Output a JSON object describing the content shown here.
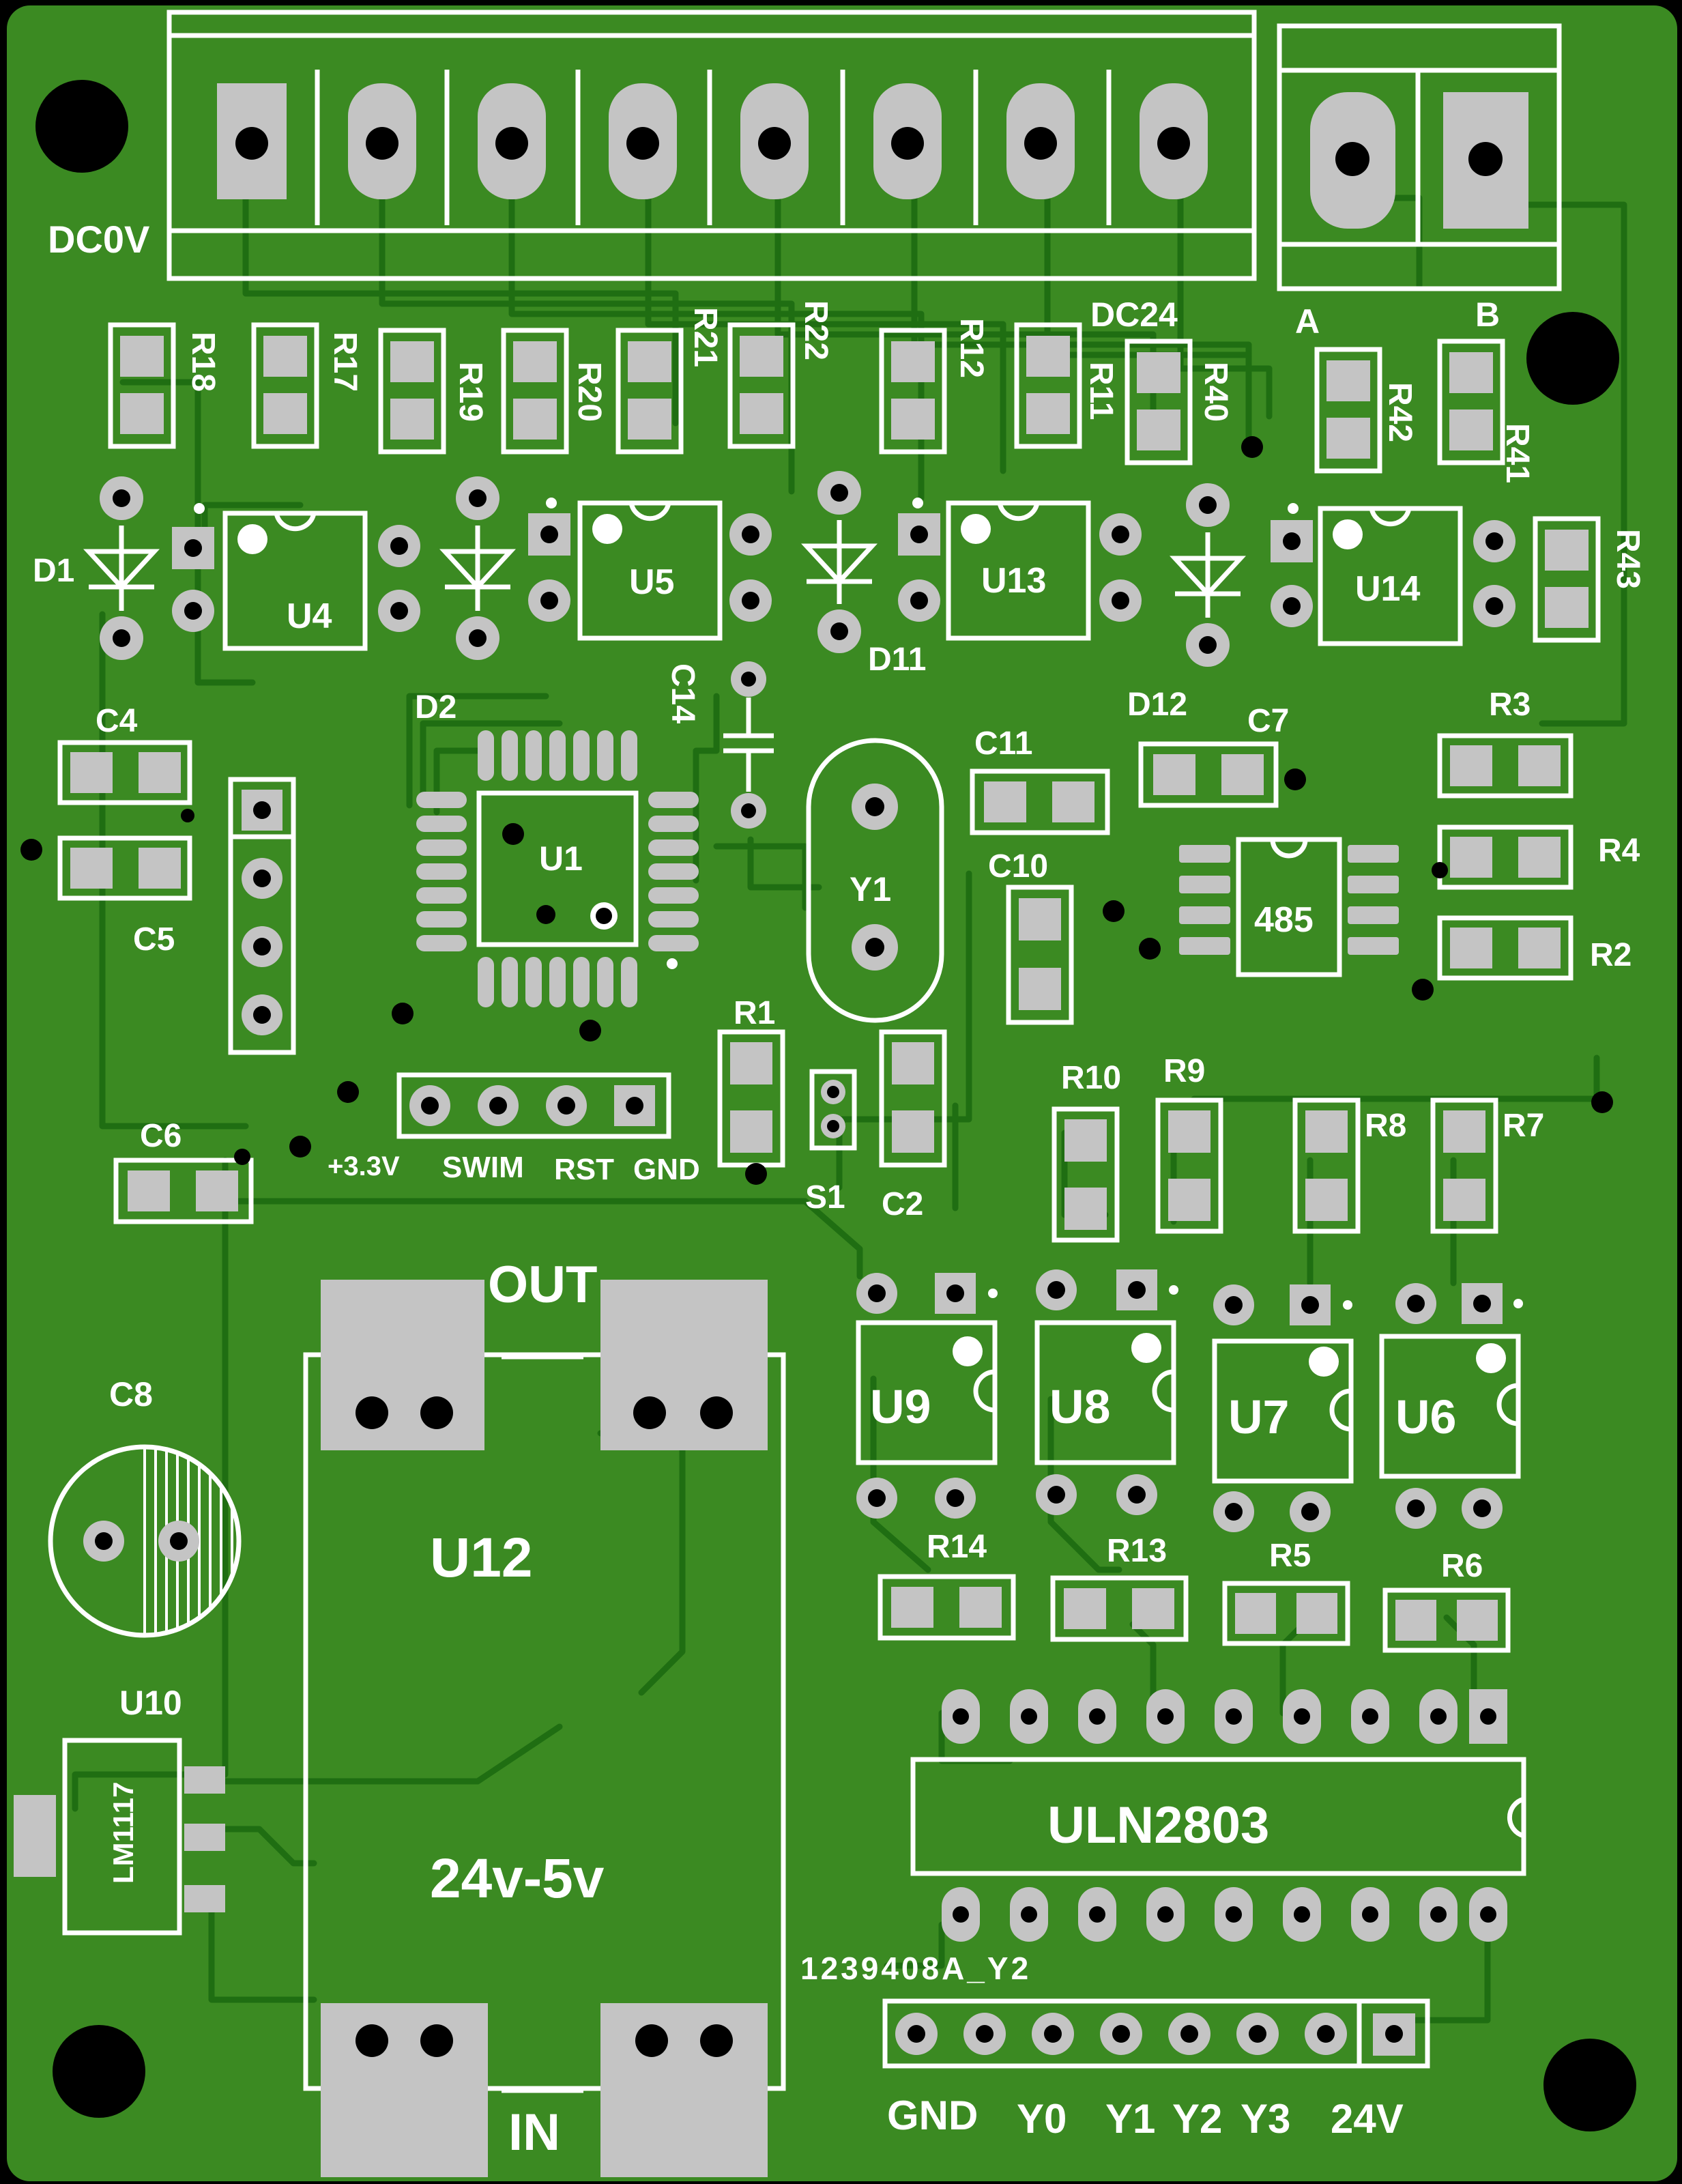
{
  "board": {
    "colors": {
      "copper": "#3b8a22",
      "trace": "#1f6e12",
      "silkscreen": "#ffffff",
      "pad": "#c4c4c4",
      "drill": "#000000",
      "background": "#000000"
    }
  },
  "connectors": {
    "dc0v": "DC0V",
    "a": "A",
    "b": "B",
    "dc24": "DC24",
    "prog_header": [
      "+3.3V",
      "SWIM",
      "RST",
      "GND"
    ],
    "bottom_header": [
      "GND",
      "Y0",
      "Y1",
      "Y2",
      "Y3",
      "24V"
    ],
    "board_id": "1239408A_Y2"
  },
  "module": {
    "name": "U12",
    "title": "24v-5v",
    "out": "OUT",
    "in": "IN"
  },
  "components": {
    "R18": "R18",
    "R17": "R17",
    "R19": "R19",
    "R20": "R20",
    "R21": "R21",
    "R22": "R22",
    "R12": "R12",
    "R11": "R11",
    "R40": "R40",
    "R42": "R42",
    "R41": "R41",
    "R43": "R43",
    "D1": "D1",
    "D2": "D2",
    "D11": "D11",
    "D12": "D12",
    "U4": "U4",
    "U5": "U5",
    "U13": "U13",
    "U14": "U14",
    "C4": "C4",
    "C5": "C5",
    "C14": "C14",
    "C11": "C11",
    "C7": "C7",
    "C10": "C10",
    "U1": "U1",
    "Y1": "Y1",
    "R3": "R3",
    "R4": "R4",
    "R2": "R2",
    "IC485": "485",
    "R1": "R1",
    "S1": "S1",
    "C2": "C2",
    "C6": "C6",
    "R10": "R10",
    "R9": "R9",
    "R8": "R8",
    "R7": "R7",
    "U9": "U9",
    "U8": "U8",
    "U7": "U7",
    "U6": "U6",
    "R14": "R14",
    "R13": "R13",
    "R5": "R5",
    "R6": "R6",
    "C8": "C8",
    "U10": "U10",
    "LM1117": "LM1117",
    "ULN2803": "ULN2803"
  }
}
